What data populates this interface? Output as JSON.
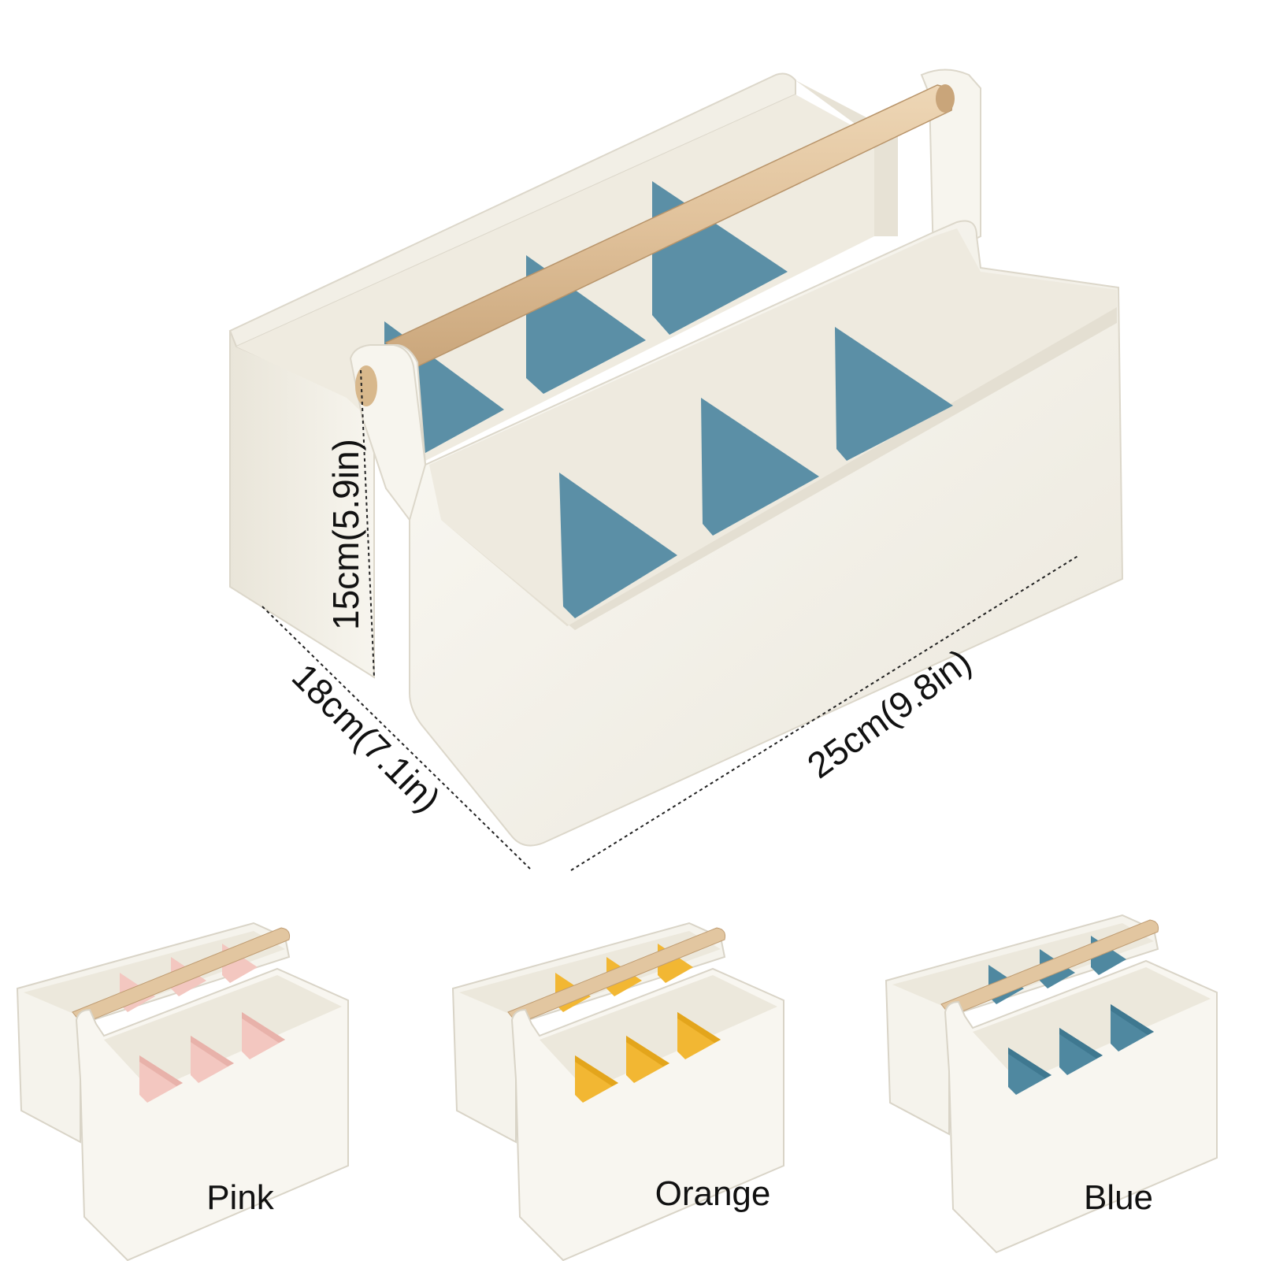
{
  "dimensions": {
    "height": "15cm(5.9in)",
    "depth": "18cm(7.1in)",
    "length": "25cm(9.8in)"
  },
  "variants": [
    {
      "label": "Pink",
      "divider_color": "#f3c7c0",
      "divider_shade": "#e8b2aa"
    },
    {
      "label": "Orange",
      "divider_color": "#f2b733",
      "divider_shade": "#e3a51c"
    },
    {
      "label": "Blue",
      "divider_color": "#4f88a0",
      "divider_shade": "#3f7890"
    }
  ],
  "colors": {
    "body": "#f6f4ec",
    "body_shade": "#e6e2d6",
    "interior": "#eeeadf",
    "handle_wood": "#e0c29a",
    "main_divider": "#5b8fa6"
  }
}
